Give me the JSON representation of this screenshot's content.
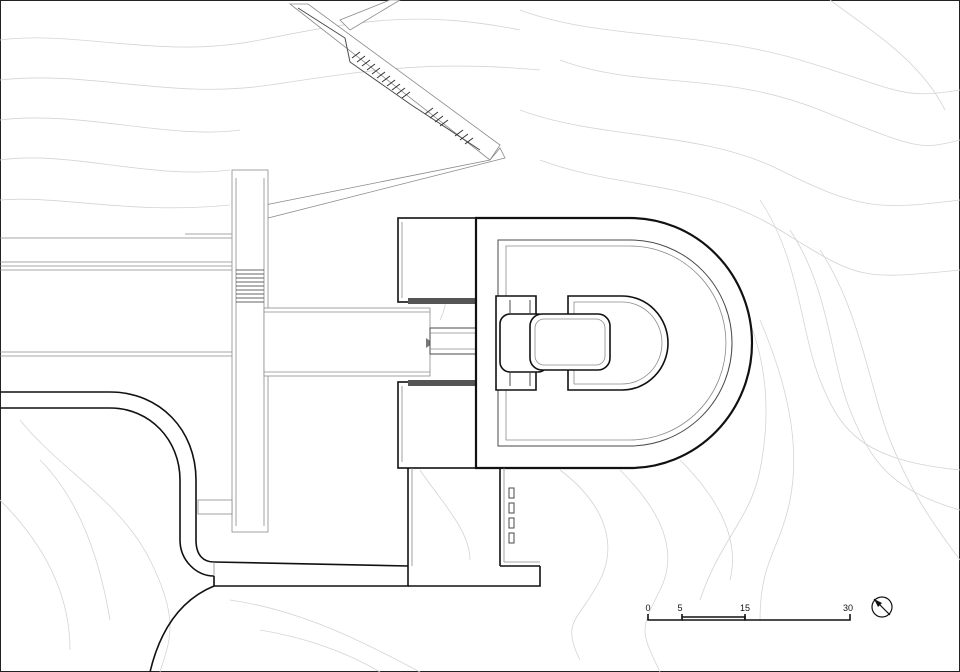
{
  "drawing": {
    "type": "site plan",
    "line_color": "#111111",
    "contour_color": "#d4d4d4",
    "background": "#ffffff"
  },
  "scale_bar": {
    "labels": [
      "0",
      "5",
      "15",
      "30"
    ],
    "values": [
      0,
      5,
      15,
      30
    ]
  },
  "north_arrow": {
    "icon": "north-arrow-icon"
  }
}
